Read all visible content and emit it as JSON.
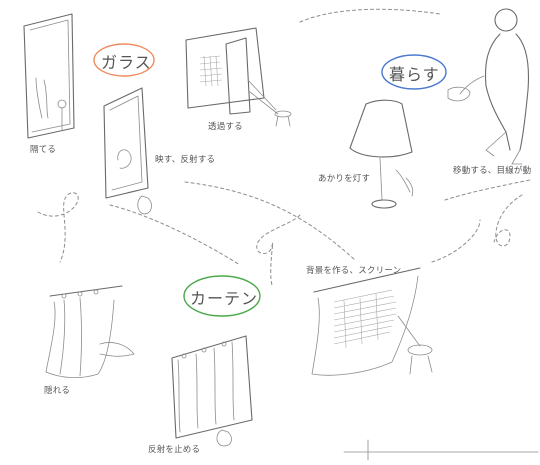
{
  "titles": {
    "glass": "ガラス",
    "living": "暮らす",
    "curtain": "カーテン"
  },
  "labels": {
    "separate": "隔てる",
    "reflect": "映す、反射する",
    "transmit": "透過する",
    "light": "あかりを灯す",
    "move": "移動する、目線が動",
    "background": "背景を作る、スクリーン",
    "hide": "隠れる",
    "stop_reflect": "反射を止める"
  },
  "colors": {
    "glass_circle": "#f08a5d",
    "living_circle": "#4a78d0",
    "curtain_circle": "#4aa84a",
    "pencil": "#6a6a6a"
  }
}
